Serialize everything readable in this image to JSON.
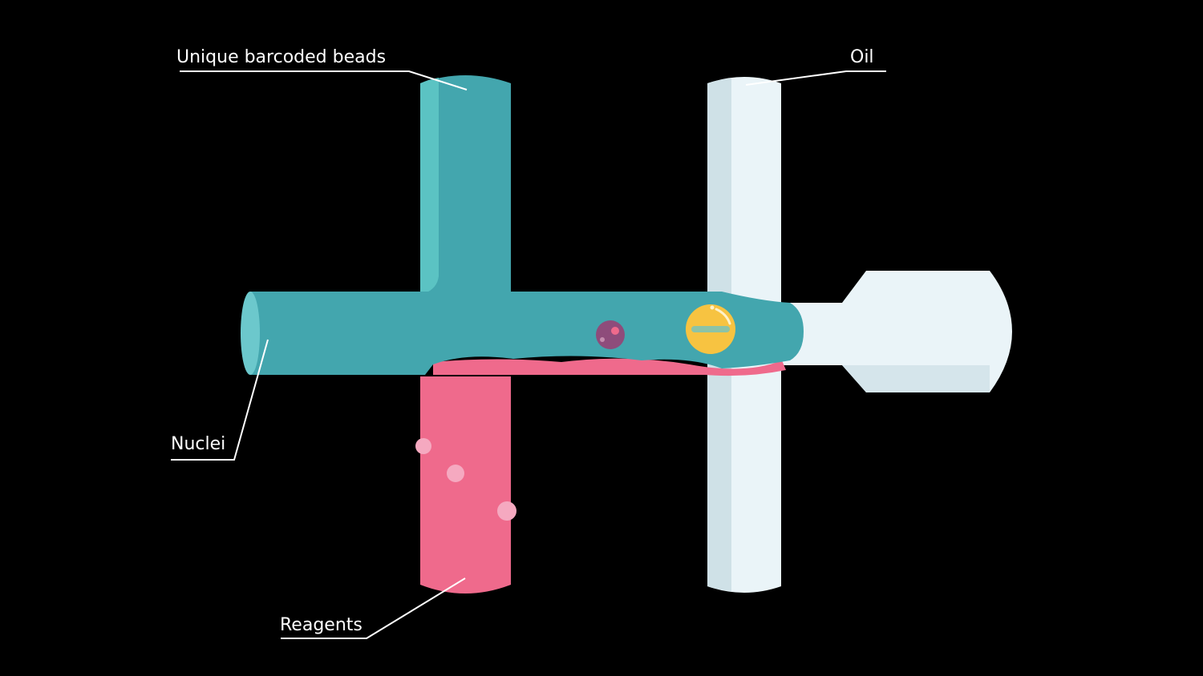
{
  "labels": {
    "beads": "Unique barcoded beads",
    "oil": "Oil",
    "nuclei": "Nuclei",
    "reagents": "Reagents"
  },
  "colors": {
    "background": "#000000",
    "nuclei_channel": "#43a6ae",
    "nuclei_highlight": "#5bc3c3",
    "reagents_channel": "#ef6a8c",
    "oil_channel": "#eaf4f8",
    "oil_shade": "#cfe1e7",
    "bead": "#f7c341",
    "nucleus": "#8e4c7b"
  }
}
